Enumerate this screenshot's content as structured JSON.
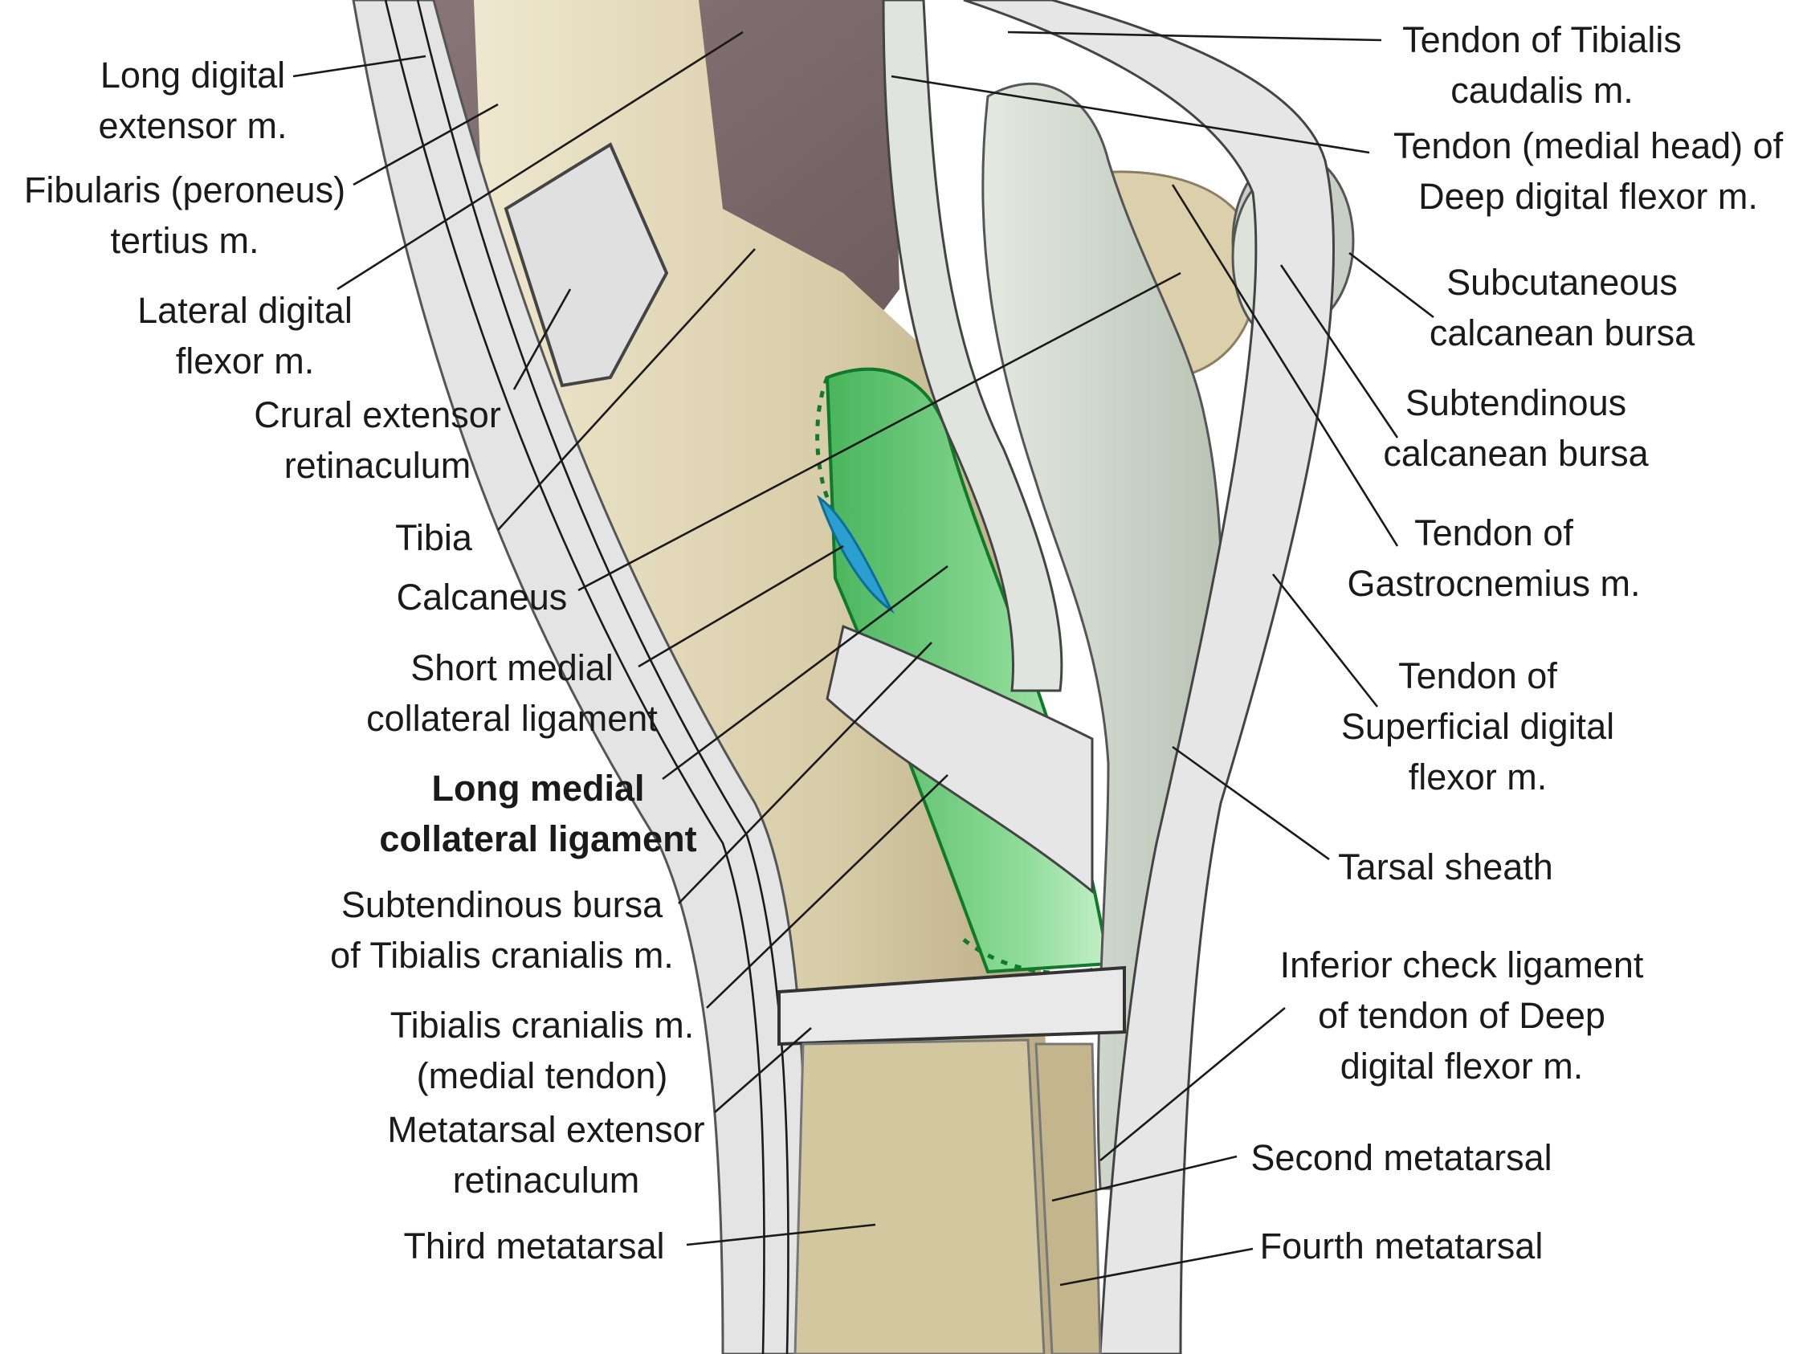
{
  "labels": {
    "long_digital_extensor": [
      "Long digital",
      "extensor m."
    ],
    "fibularis_tertius": [
      "Fibularis (peroneus)",
      "tertius m."
    ],
    "lateral_digital_flexor": [
      "Lateral digital",
      "flexor m."
    ],
    "crural_extensor_retinaculum": [
      "Crural extensor",
      "retinaculum"
    ],
    "tibia": [
      "Tibia"
    ],
    "calcaneus": [
      "Calcaneus"
    ],
    "short_medial_collateral": [
      "Short medial",
      "collateral ligament"
    ],
    "long_medial_collateral": [
      "Long medial",
      "collateral ligament"
    ],
    "subtendinous_bursa_tibialis": [
      "Subtendinous bursa",
      "of Tibialis cranialis m."
    ],
    "tibialis_cranialis_medial_tendon": [
      "Tibialis cranialis m.",
      "(medial tendon)"
    ],
    "metatarsal_extensor_retinaculum": [
      "Metatarsal extensor",
      "retinaculum"
    ],
    "third_metatarsal": [
      "Third metatarsal"
    ],
    "tendon_tibialis_caudalis": [
      "Tendon of Tibialis",
      "caudalis m."
    ],
    "tendon_medial_head_ddf": [
      "Tendon (medial head) of",
      "Deep digital flexor m."
    ],
    "subcutaneous_calcanean_bursa": [
      "Subcutaneous",
      "calcanean bursa"
    ],
    "subtendinous_calcanean_bursa": [
      "Subtendinous",
      "calcanean bursa"
    ],
    "tendon_gastrocnemius": [
      "Tendon of",
      "Gastrocnemius m."
    ],
    "tendon_superficial_digital_flexor": [
      "Tendon of",
      "Superficial digital",
      "flexor m."
    ],
    "tarsal_sheath": [
      "Tarsal sheath"
    ],
    "inferior_check_ligament": [
      "Inferior check ligament",
      "of tendon of Deep",
      "digital flexor m."
    ],
    "second_metatarsal": [
      "Second metatarsal"
    ],
    "fourth_metatarsal": [
      "Fourth metatarsal"
    ]
  },
  "colors": {
    "highlight_ligament": "#5cc26e",
    "highlight_ligament_edge": "#0e7a2a",
    "bursa_blue": "#2a9fd0",
    "muscle": "#7d6a6c",
    "bone": "#d9cfae",
    "tendon": "#dcdcdc",
    "sheath": "#c9d1c6"
  }
}
